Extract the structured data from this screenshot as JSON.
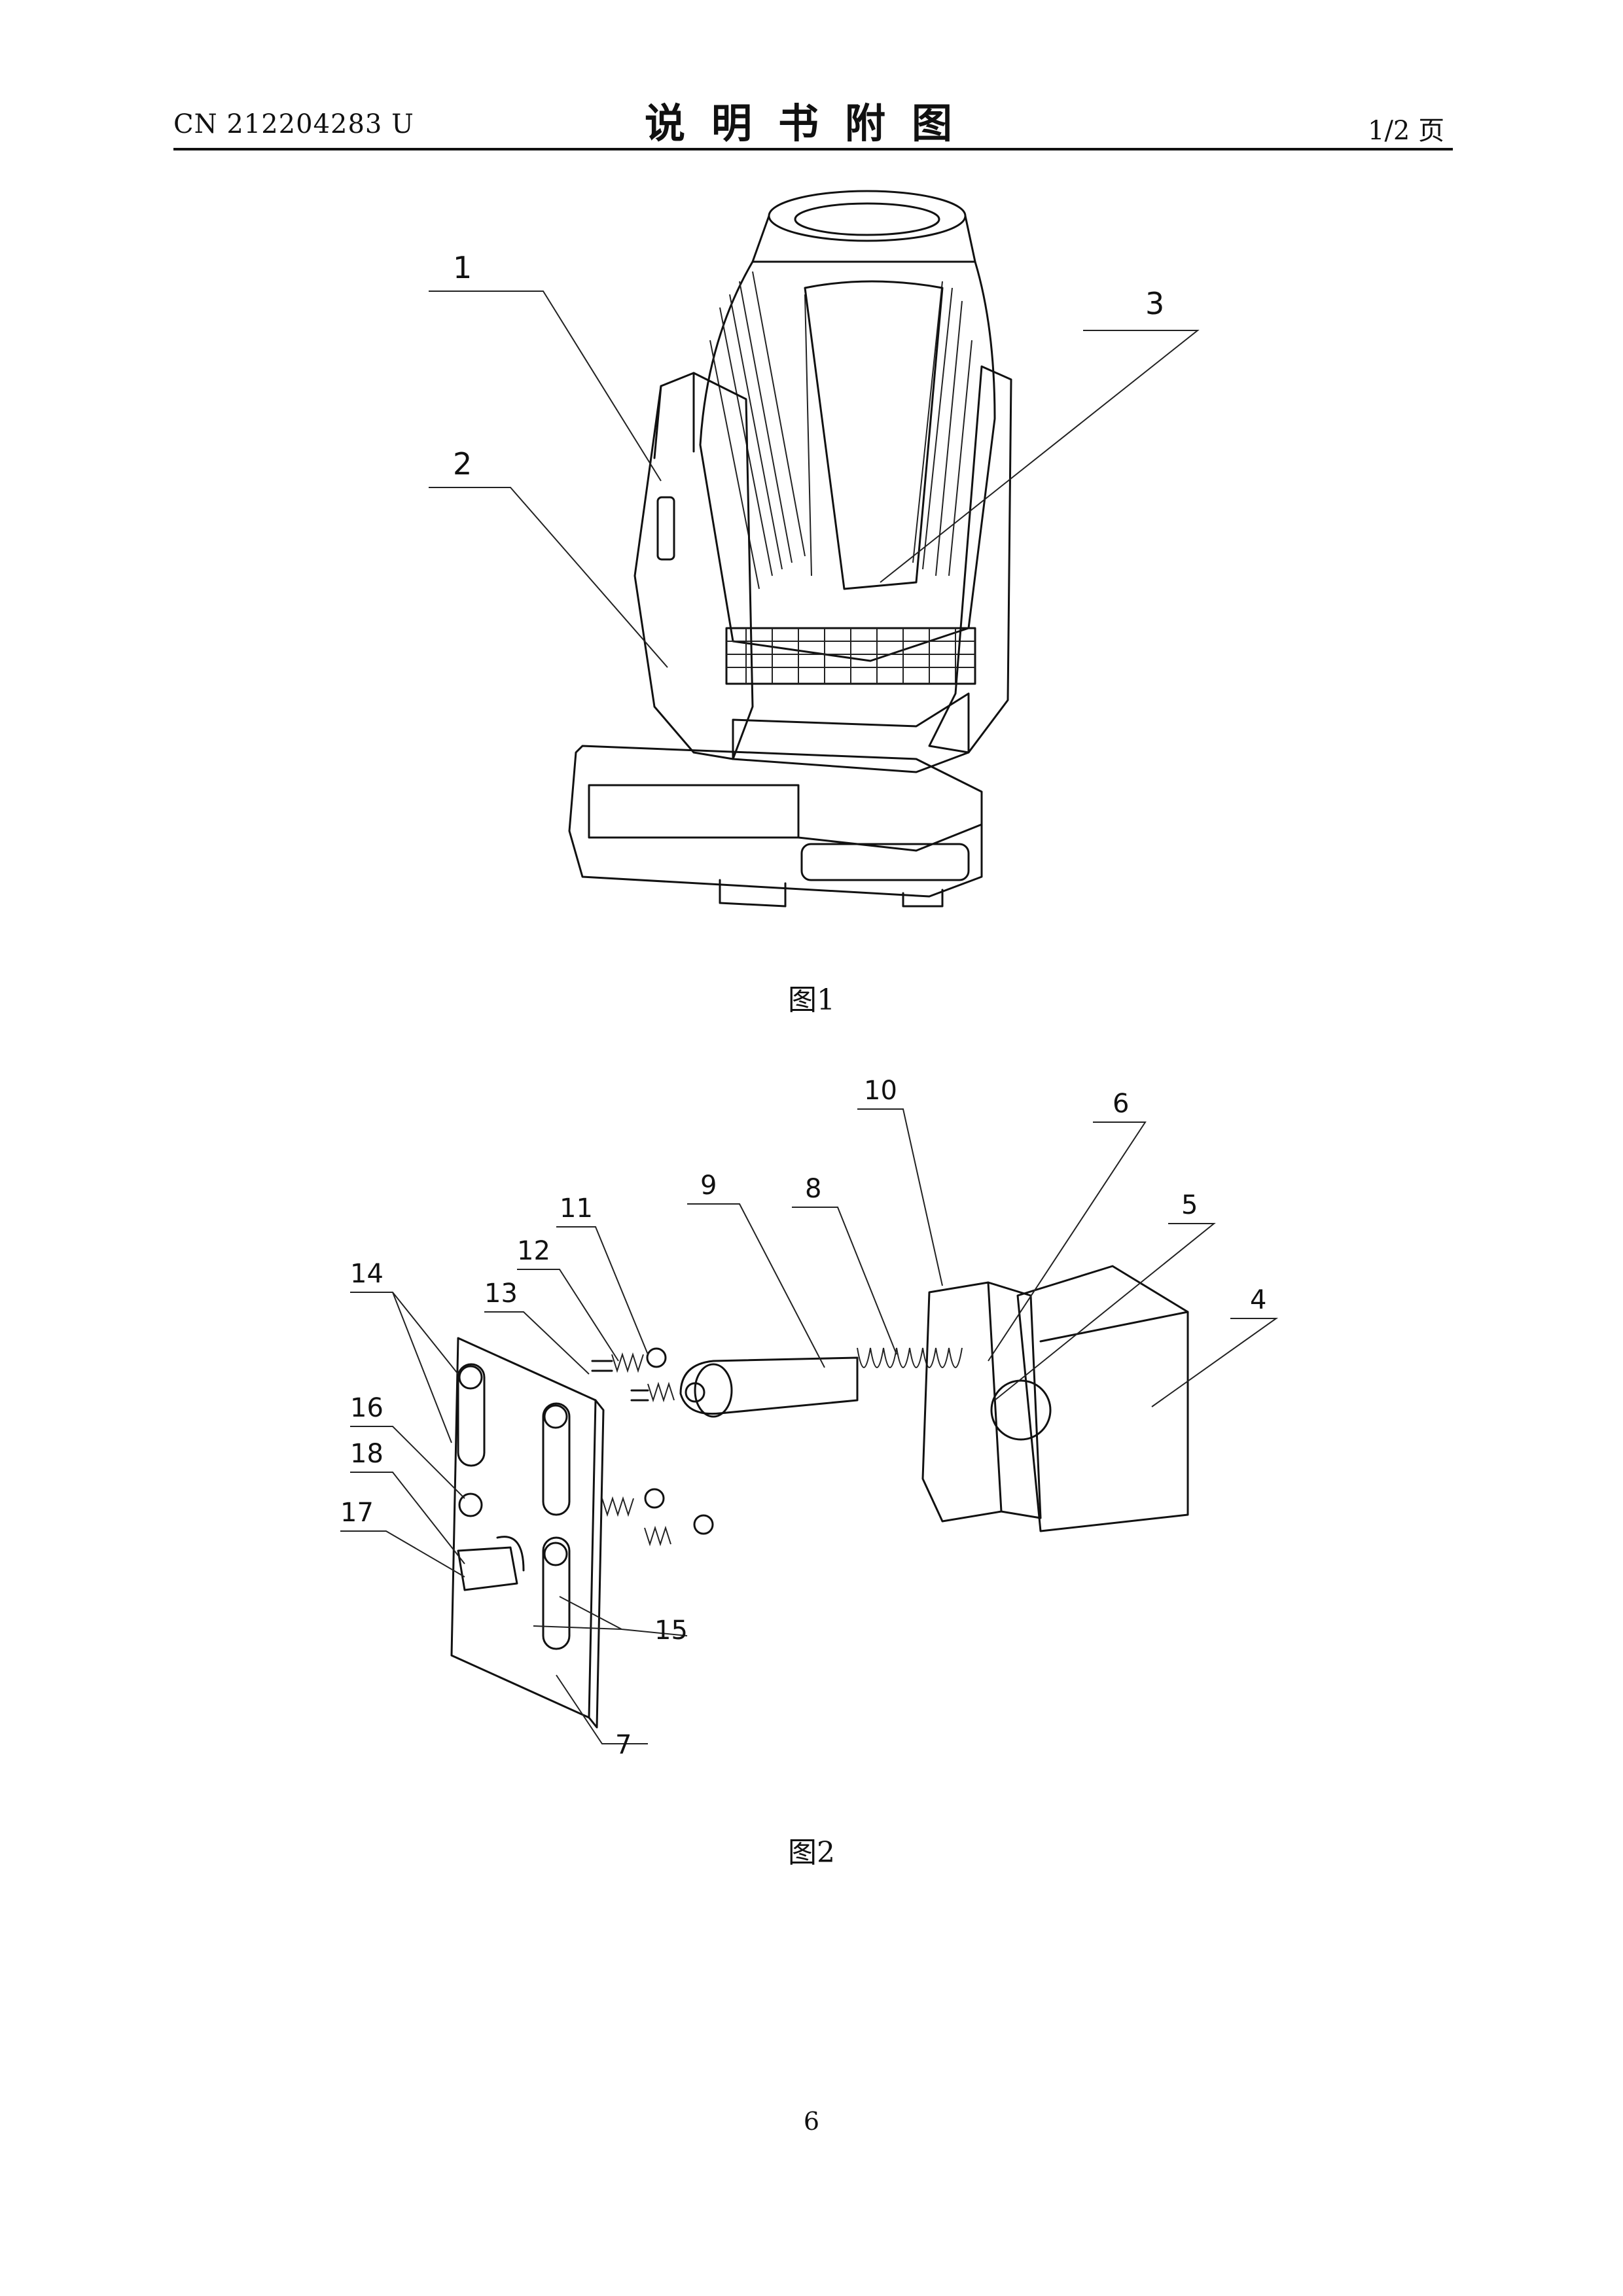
{
  "header": {
    "doc_number": "CN 212204283 U",
    "title": "说明书附图",
    "page_of": "1/2 页"
  },
  "figure1": {
    "caption": "图1",
    "labels": [
      "1",
      "2",
      "3"
    ]
  },
  "figure2": {
    "caption": "图2",
    "labels": [
      "4",
      "5",
      "6",
      "7",
      "8",
      "9",
      "10",
      "11",
      "12",
      "13",
      "14",
      "15",
      "16",
      "17",
      "18"
    ]
  },
  "footer": {
    "page_number": "6"
  }
}
